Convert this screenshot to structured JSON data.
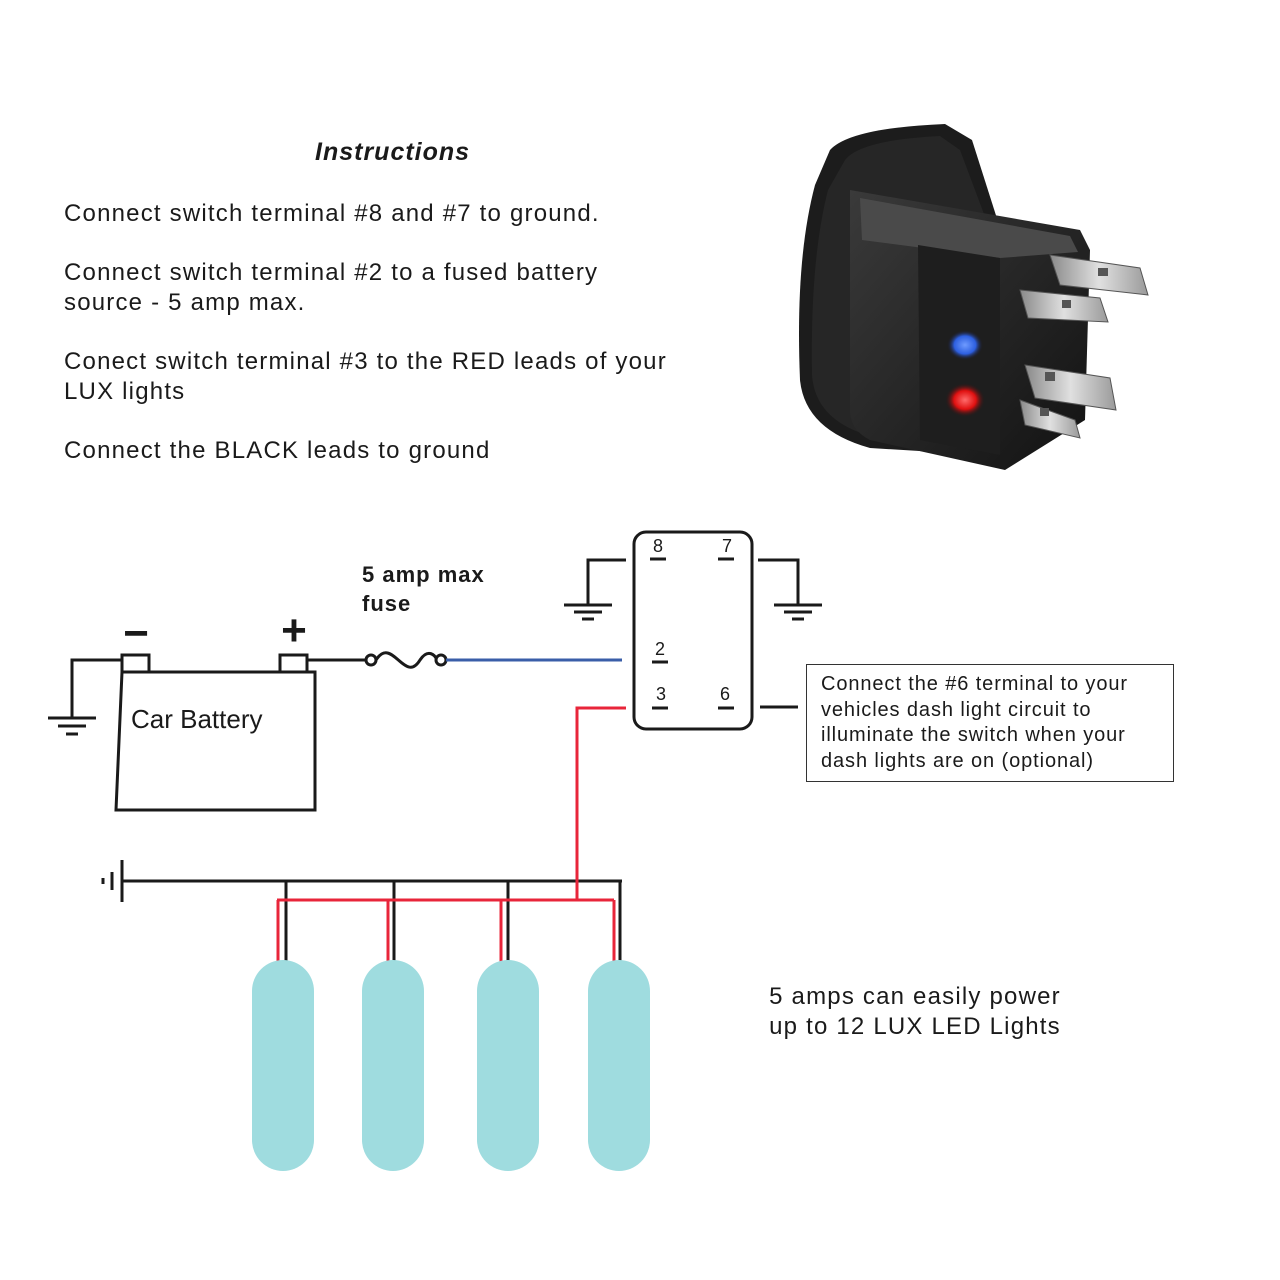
{
  "instructions": {
    "title": "Instructions",
    "steps": [
      [
        "Connect switch terminal #8 and #7 to  ground."
      ],
      [
        "Connect switch terminal #2 to a fused battery",
        "source - 5 amp max."
      ],
      [
        "Conect switch terminal #3 to the RED leads of your",
        "LUX lights"
      ],
      [
        "Connect the BLACK leads to ground"
      ]
    ]
  },
  "diagram": {
    "fuse_label": [
      "5 amp max",
      "fuse"
    ],
    "battery_label": "Car Battery",
    "battery_negative": "−",
    "battery_positive": "+",
    "switch_terminals": [
      "8",
      "7",
      "2",
      "3",
      "6"
    ],
    "note": [
      "Connect the #6 terminal to your",
      "vehicles dash light circuit to",
      "illuminate the switch when your",
      "dash lights are on (optional)"
    ],
    "capacity_note": [
      "5 amps can easily power",
      "up to 12 LUX LED Lights"
    ],
    "light_count": 4
  },
  "colors": {
    "red_wire": "#e8253a",
    "blue_wire": "#3a5ea8",
    "light_fill": "#9fdcdf",
    "line": "#1a1a1a"
  },
  "photo": {
    "icon": "rocker-switch-photo",
    "indicator_colors": [
      "#2d6cff",
      "#ff1a1a"
    ]
  }
}
